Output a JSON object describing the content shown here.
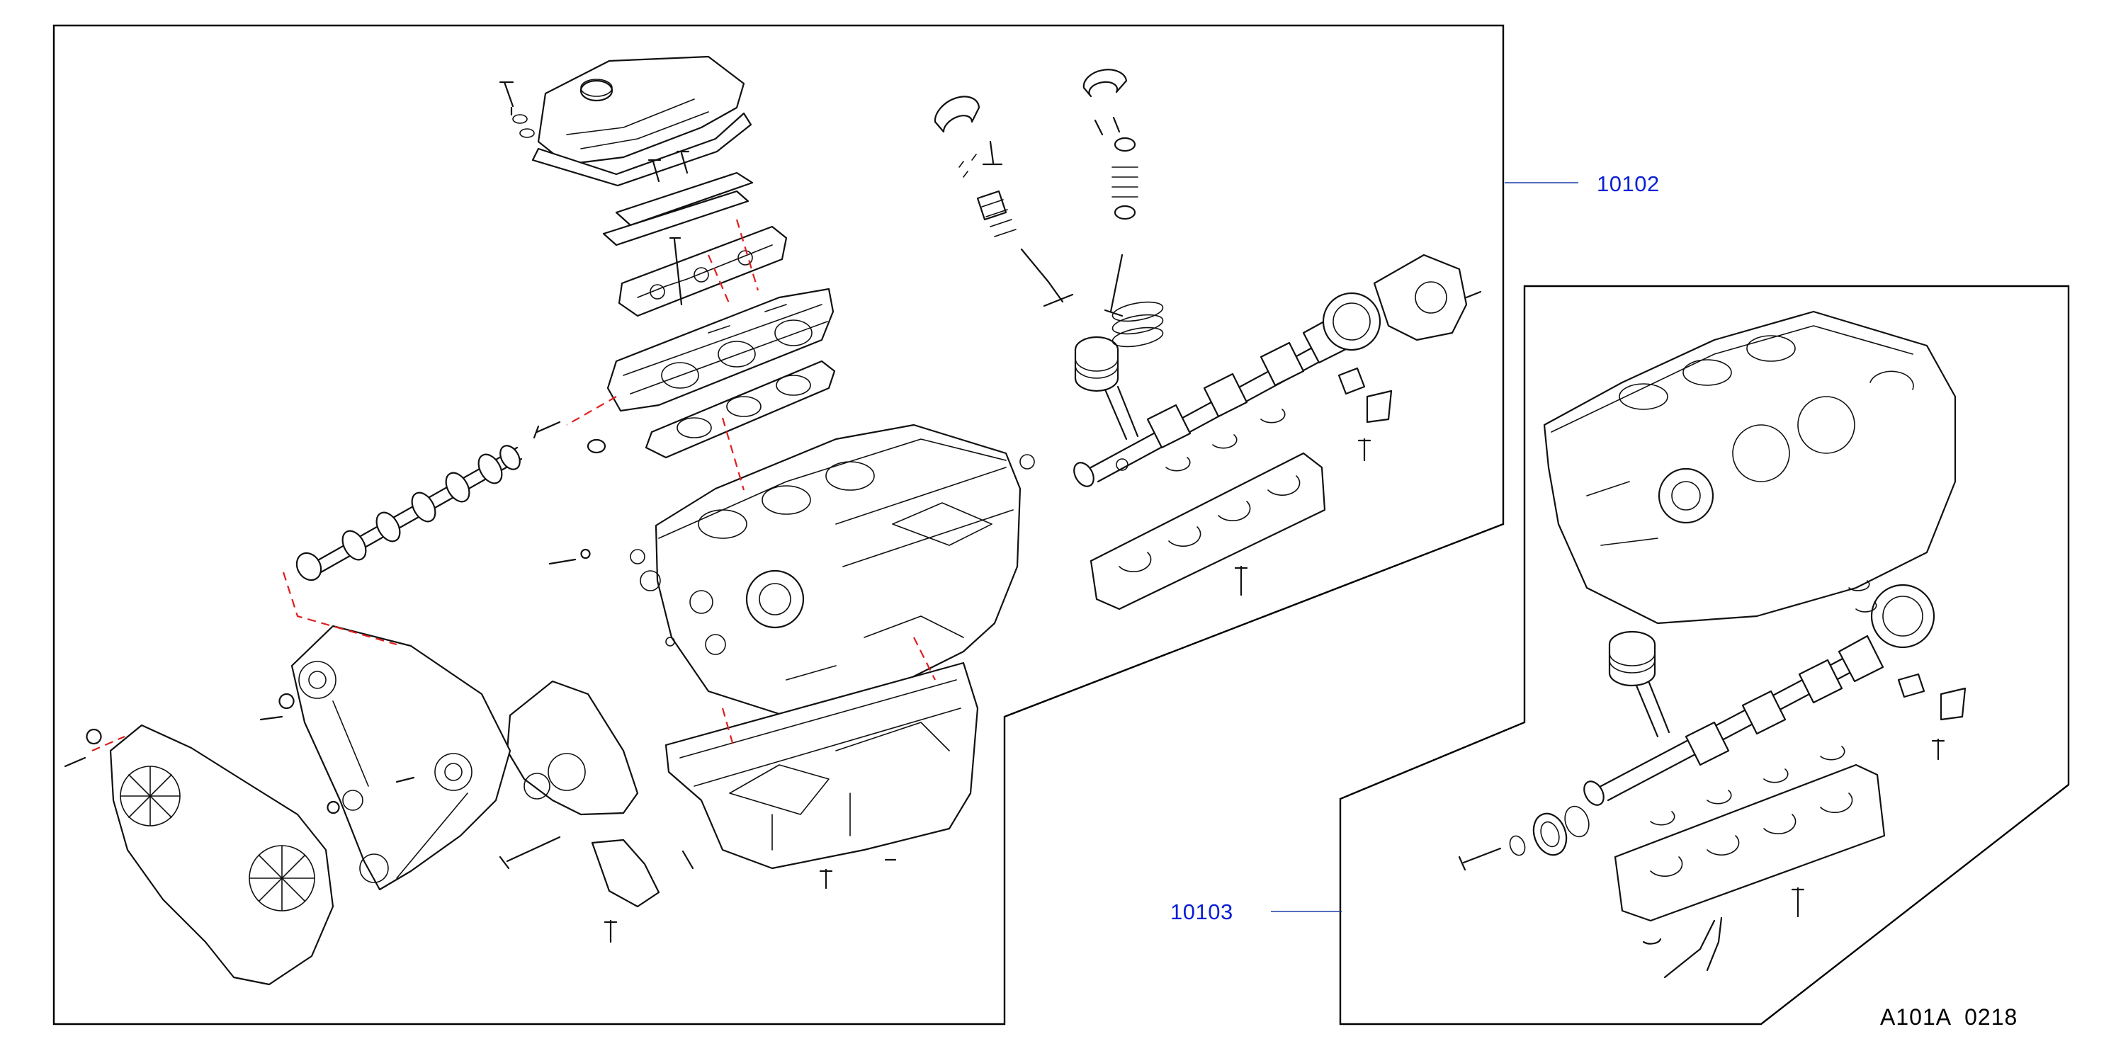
{
  "callouts": {
    "engine_assembly": "10102",
    "short_block": "10103"
  },
  "diagram_code": "A101A  0218",
  "colors": {
    "callout_text": "#0a1fd6",
    "leader_line": "#1a3fa8",
    "assembly_dashes": "#e11d1d"
  }
}
